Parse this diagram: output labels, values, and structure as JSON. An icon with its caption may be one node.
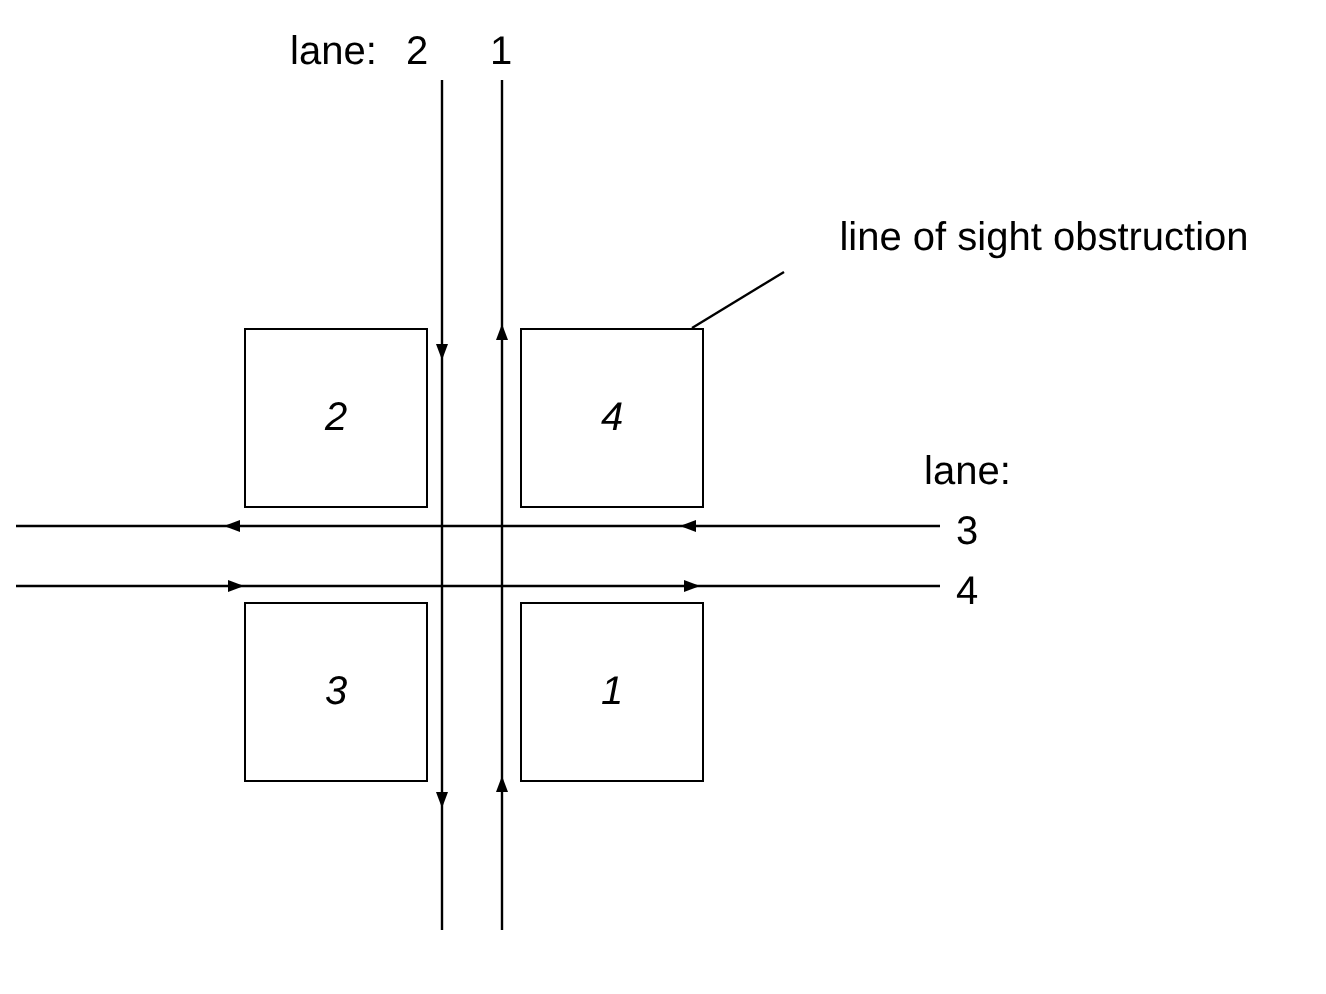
{
  "diagram": {
    "nodes": [
      {
        "text": [
          "line of sight obstruction"
        ]
      },
      {
        "text": [
          "2"
        ]
      },
      {
        "text": [
          "4"
        ]
      },
      {
        "text": [
          "3"
        ]
      },
      {
        "text": [
          "1"
        ]
      }
    ],
    "edges": [
      {
        "from": 0,
        "to": 2,
        "arrow": "none"
      }
    ],
    "labels": [
      "lane:",
      "2",
      "1",
      "lane:",
      "3",
      "4"
    ]
  }
}
